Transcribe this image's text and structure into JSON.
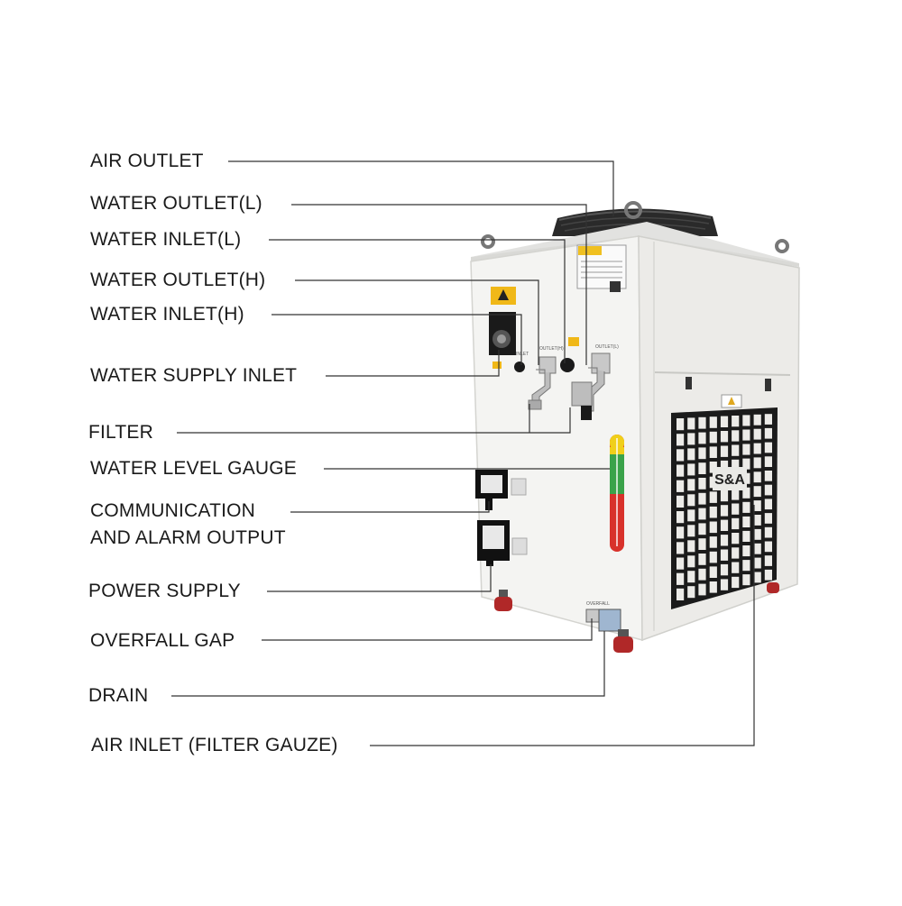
{
  "labels": {
    "air_outlet": "AIR OUTLET",
    "water_outlet_l": "WATER OUTLET(L)",
    "water_inlet_l": "WATER INLET(L)",
    "water_outlet_h": "WATER OUTLET(H)",
    "water_inlet_h": "WATER INLET(H)",
    "water_supply_inlet": "WATER SUPPLY INLET",
    "filter": "FILTER",
    "water_level_gauge": "WATER LEVEL GAUGE",
    "communication_line1": "COMMUNICATION",
    "communication_line2": "AND ALARM OUTPUT",
    "power_supply": "POWER SUPPLY",
    "overfall_gap": "OVERFALL GAP",
    "drain": "DRAIN",
    "air_inlet": "AIR INLET (FILTER GAUZE)"
  },
  "product": {
    "brand_logo": "S&A"
  },
  "colors": {
    "text": "#1a1a1a",
    "leader_line": "#333333",
    "body_front": "#f4f4f2",
    "body_side": "#ecebe8",
    "grille": "#1b1b1b",
    "gauge_yellow": "#f0cf1a",
    "gauge_green": "#3aa34a",
    "gauge_red": "#d8322b",
    "caster_red": "#b02828"
  },
  "icons": [
    "fan-guard-icon",
    "lifting-eye-icon",
    "warning-label-icon",
    "socket-icon",
    "caster-icon"
  ]
}
